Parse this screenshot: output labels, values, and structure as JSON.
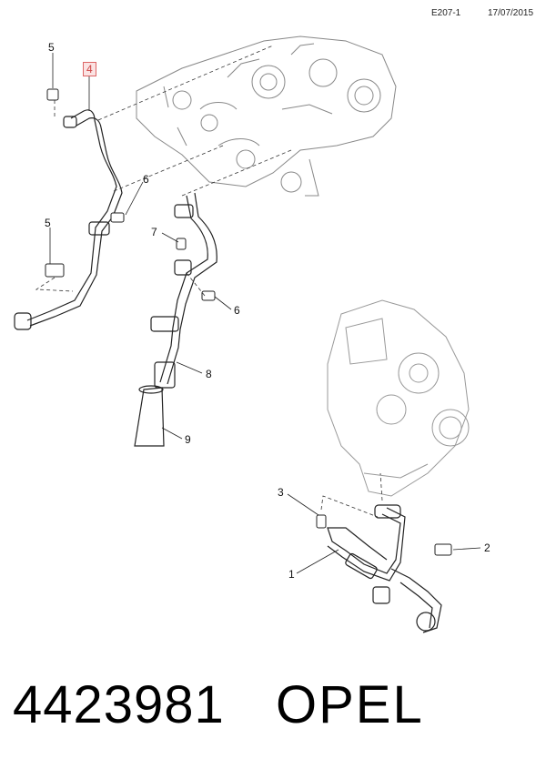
{
  "header": {
    "code": "E207-1",
    "date": "17/07/2015"
  },
  "callouts": [
    {
      "id": "5a",
      "label": "5"
    },
    {
      "id": "4",
      "label": "4",
      "highlighted": true
    },
    {
      "id": "6a",
      "label": "6"
    },
    {
      "id": "5b",
      "label": "5"
    },
    {
      "id": "7",
      "label": "7"
    },
    {
      "id": "6b",
      "label": "6"
    },
    {
      "id": "8",
      "label": "8"
    },
    {
      "id": "9",
      "label": "9"
    },
    {
      "id": "3",
      "label": "3"
    },
    {
      "id": "2",
      "label": "2"
    },
    {
      "id": "1",
      "label": "1"
    }
  ],
  "footer": {
    "part_number": "4423981",
    "brand": "OPEL"
  },
  "colors": {
    "highlight": "#d66",
    "line": "#222",
    "drawing": "#777"
  }
}
